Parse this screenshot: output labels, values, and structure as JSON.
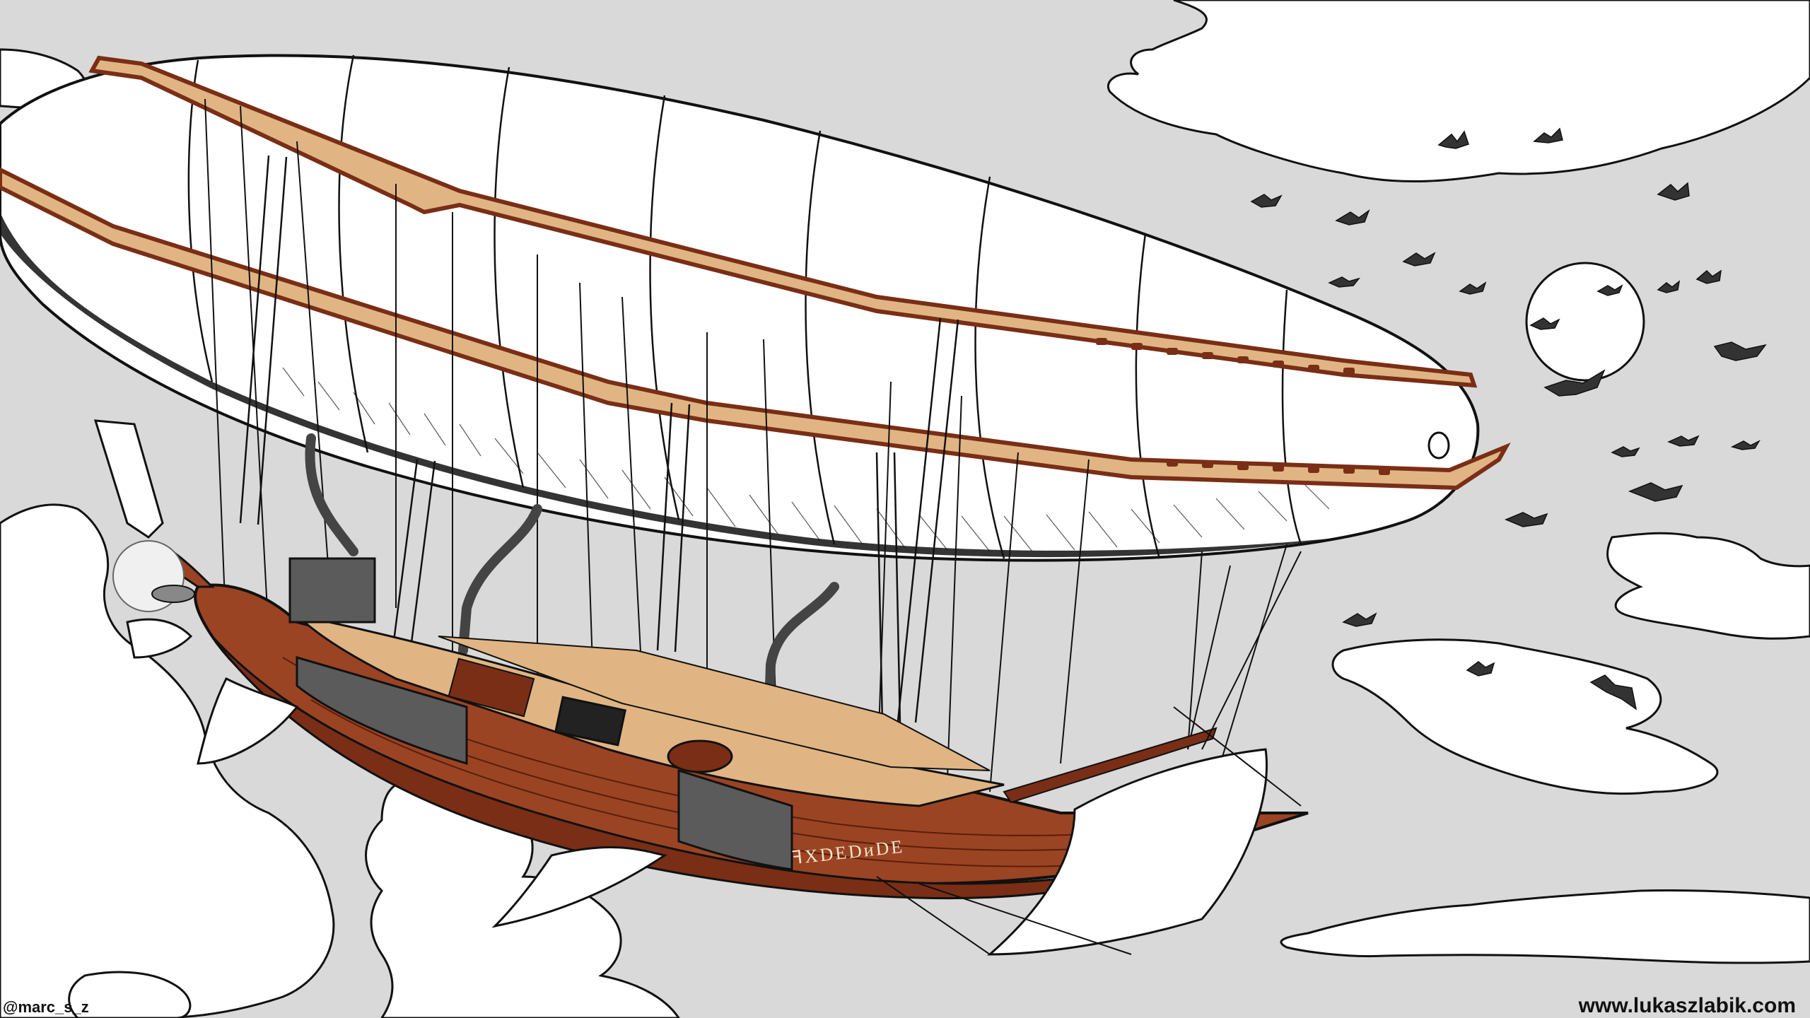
{
  "credits": {
    "left": "@marc_s_z",
    "right": "www.lukaszlabik.com"
  },
  "hull_inscription": "ꟻXDEDᴎDE",
  "colors": {
    "sky": "#d9d9d9",
    "cloud": "#ffffff",
    "ink": "#111111",
    "wood_dark": "#7a2e16",
    "wood_mid": "#9a4424",
    "deck": "#e0b583",
    "stone": "#5b5b5b",
    "envelope": "#ffffff"
  }
}
